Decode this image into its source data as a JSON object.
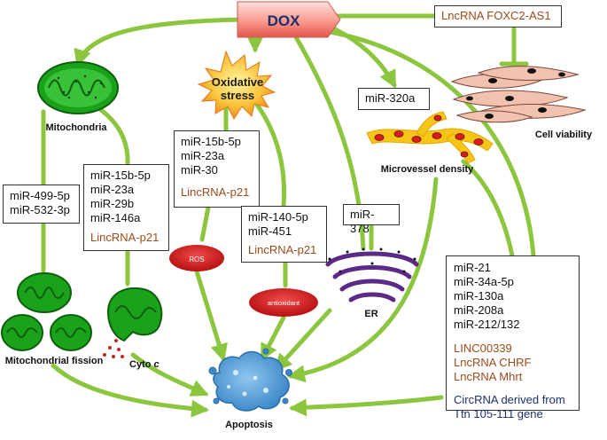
{
  "dox": "DOX",
  "oxidative_stress": [
    "Oxidative",
    "stress"
  ],
  "foxc2": "LncRNA FOXC2-AS1",
  "cell_viability": "Cell viability",
  "mitochondria": "Mitochondria",
  "mir320a": "miR-320a",
  "microvessel_density": "Microvessel density",
  "box_ox": {
    "mirs": [
      "miR-15b-5p",
      "miR-23a",
      "miR-30"
    ],
    "lnc": "LincRNA-p21"
  },
  "box_mito_left": [
    "miR-499-5p",
    "miR-532-3p"
  ],
  "box_mito_mid": {
    "mirs": [
      "miR-15b-5p",
      "miR-23a",
      "miR-29b",
      "miR-146a"
    ],
    "lnc": "LincRNA-p21"
  },
  "box_antiox": {
    "mirs": [
      "miR-140-5p",
      "miR-451"
    ],
    "lnc": "LincRNA-p21"
  },
  "mir378": "miR-378",
  "ros": "ROS",
  "antioxidant": "antioxidant",
  "er": "ER",
  "box_right": {
    "mirs": [
      "miR-21",
      "miR-34a-5p",
      "miR-130a",
      "miR-208a",
      "miR-212/132"
    ],
    "lncs": [
      "LINC00339",
      "LncRNA CHRF",
      "LncRNA Mhrt"
    ],
    "circ": [
      "CircRNA derived from",
      "Ttn 105-111 gene"
    ]
  },
  "mitochondrial_fission": "Mitochondrial fission",
  "cyto_c": {
    "main": "Cyto ",
    "italic": "c"
  },
  "apoptosis": "Apoptosis",
  "colors": {
    "arrow": "#8cc63f",
    "inhibit": "#8cc63f",
    "mito_green": "#1aa31a",
    "dox_red": "#f47a6a",
    "lnc_brown": "#9c4a1c",
    "circ_navy": "#1f2f6e",
    "ros_red": "#d71d1d",
    "er_purple": "#5b2a86",
    "vessel_yellow": "#f5c518",
    "apoptosis_blue": "#5aa6dc",
    "cell_pink": "#f2c2b0",
    "burst_orange": "#f79a1e"
  }
}
